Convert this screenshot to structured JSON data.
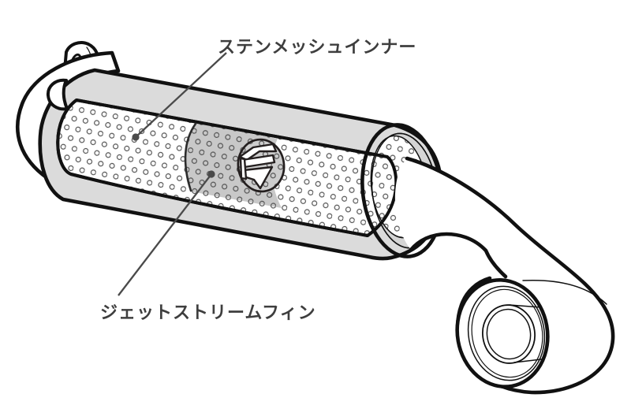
{
  "page": {
    "kind": "exhaust-muffler-cutaway-diagram",
    "background": "#ffffff"
  },
  "annotations": [
    {
      "id": "mesh-inner",
      "label": "ステンメッシュインナー"
    },
    {
      "id": "jet-stream-fin",
      "label": "ジェットストリームフィン"
    }
  ],
  "parts": [
    {
      "id": "hanger-bracket",
      "desc": "mounting tab with slot hole"
    },
    {
      "id": "inlet-pipe",
      "desc": "curved inlet pipe, left side"
    },
    {
      "id": "muffler-shell",
      "desc": "outer silencer body"
    },
    {
      "id": "mesh-inner-window",
      "desc": "cutaway showing perforated stainless mesh inner"
    },
    {
      "id": "jet-stream-fin-emblem",
      "desc": "spiral fin disc inside mesh core"
    },
    {
      "id": "end-cap",
      "desc": "right end cap of silencer"
    },
    {
      "id": "tail-pipe",
      "desc": "s-curved tail pipe"
    },
    {
      "id": "exhaust-outlet",
      "desc": "outlet tip with inner pipe"
    }
  ],
  "colors": {
    "outline": "#111111",
    "shell": "#dbdbdb",
    "shell_dark_band": "#c8c8c8",
    "fin_disc": "#cdcdcd",
    "perforation": "#4f4f4f",
    "leader": "#4a4a4a",
    "label_text": "#3e3e3e",
    "cap_ring": "#d5d5d5"
  }
}
